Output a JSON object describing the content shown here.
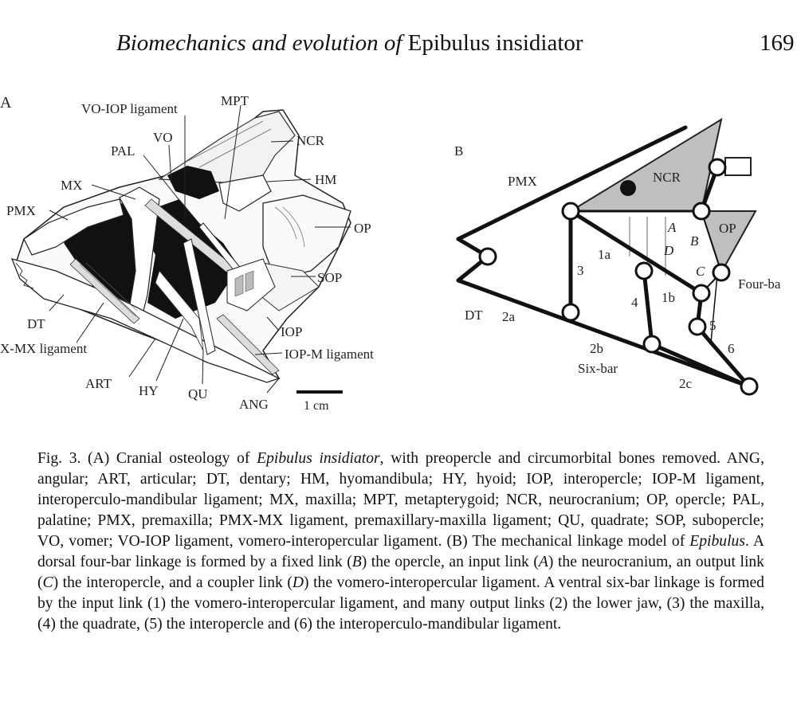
{
  "header": {
    "title_italic_1": "Biomechanics and evolution of",
    "title_plain": " Epibulus insidiator",
    "page_number": "169"
  },
  "figure_a": {
    "panel": "A",
    "labels": {
      "vo_iop": "VO-IOP ligament",
      "mpt": "MPT",
      "vo": "VO",
      "pal": "PAL",
      "ncr": "NCR",
      "mx": "MX",
      "hm": "HM",
      "pmx": "PMX",
      "op": "OP",
      "sop": "SOP",
      "dt": "DT",
      "iop": "IOP",
      "pmx_mx": "X-MX ligament",
      "iop_m": "IOP-M ligament",
      "art": "ART",
      "hy": "HY",
      "qu": "QU",
      "ang": "ANG",
      "scale": "1 cm"
    }
  },
  "figure_b": {
    "panel": "B",
    "labels": {
      "pmx": "PMX",
      "ncr": "NCR",
      "op": "OP",
      "A": "A",
      "B": "B",
      "C": "C",
      "D": "D",
      "one_a": "1a",
      "one_b": "1b",
      "three": "3",
      "four": "4",
      "five": "5",
      "six": "6",
      "dt": "DT",
      "two_a": "2a",
      "two_b": "2b",
      "two_c": "2c",
      "six_bar": "Six-bar",
      "four_bar": "Four-ba"
    }
  },
  "caption": {
    "s1": "Fig. 3. (A) Cranial osteology of ",
    "s1_species": "Epibulus insidiator",
    "s2": ", with preopercle and circumorbital bones removed. ANG, angular; ART, articular; DT, dentary; HM, hyomandibula; HY, hyoid; IOP, interopercle; IOP-M ligament, interoperculo-mandibular ligament; MX, maxilla; MPT, metapterygoid; NCR, neurocranium; OP, opercle; PAL, palatine; PMX, premaxilla; PMX-MX ligament, premaxillary-maxilla ligament; QU, quadrate; SOP, subopercle; VO, vomer; VO-IOP ligament, vomero-interopercular ligament. (B) The mechanical linkage model of ",
    "s2_genus": "Epibulus",
    "s3": ". A dorsal four-bar linkage is formed by a fixed link (",
    "s3_B": "B",
    "s4": ") the opercle, an input link (",
    "s4_A": "A",
    "s5": ") the neurocranium, an output link (",
    "s5_C": "C",
    "s6": ") the interopercle, and a coupler link (",
    "s6_D": "D",
    "s7": ") the vomero-interopercular ligament. A ventral six-bar linkage is formed by the input link (1) the vomero-interopercular ligament, and many output links (2) the lower jaw, (3) the maxilla, (4) the quadrate, (5) the interopercle and (6) the interoperculo-mandibular ligament."
  }
}
